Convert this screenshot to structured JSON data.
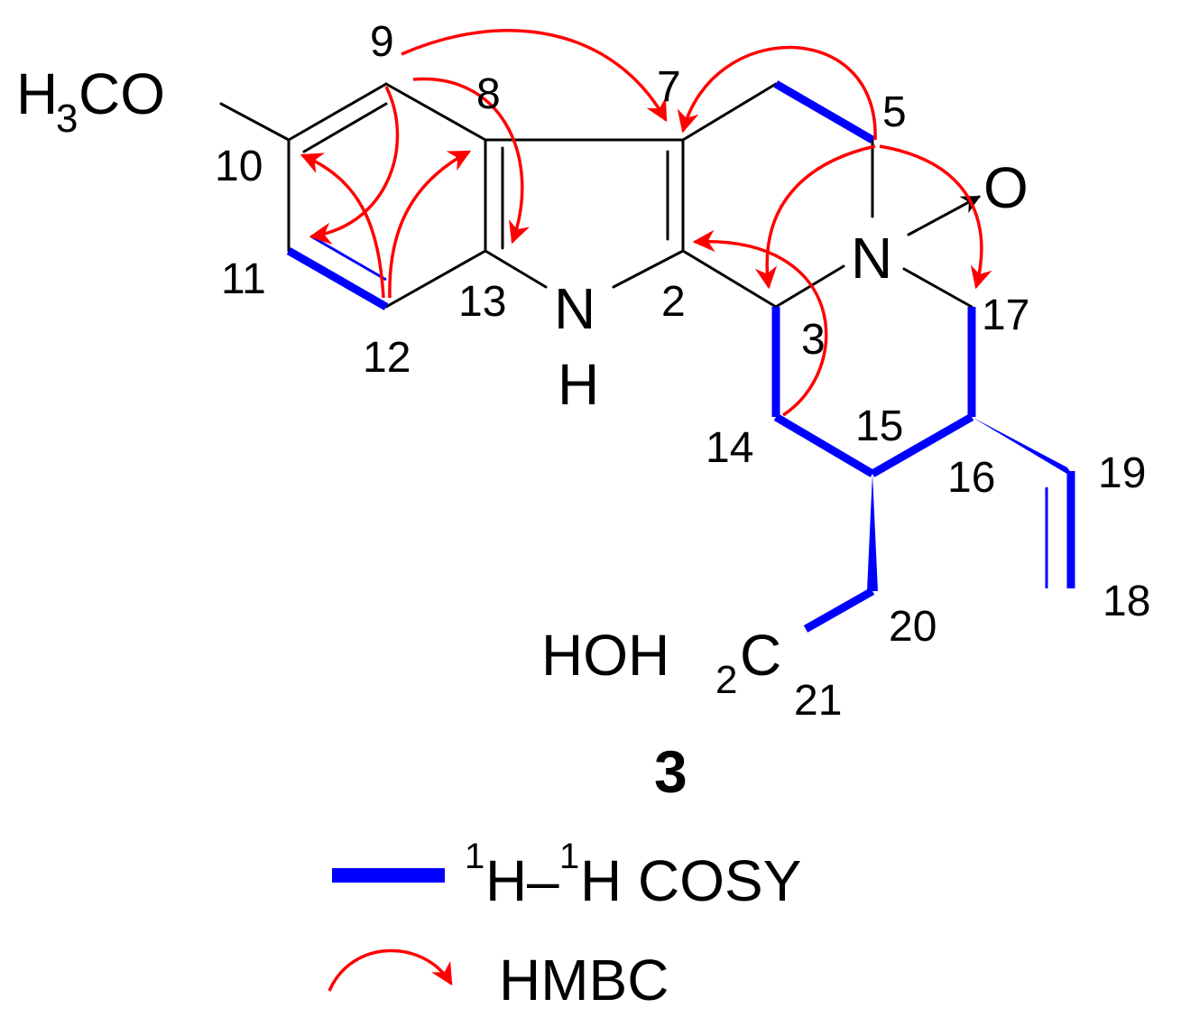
{
  "compound": {
    "label": "3",
    "methoxy": {
      "main": "H",
      "sub": "3",
      "tail": "CO"
    },
    "hydroxymethyl": {
      "main": "HOH",
      "sub": "2",
      "tail": "C",
      "index": "21"
    },
    "nitrogen_indole": "N",
    "hydrogen_indole": "H",
    "nitrogen_amine": "N",
    "oxygen": "O"
  },
  "atom_numbers": {
    "n2": "2",
    "n3": "3",
    "n5": "5",
    "n7": "7",
    "n8": "8",
    "n9": "9",
    "n10": "10",
    "n11": "11",
    "n12": "12",
    "n13": "13",
    "n14": "14",
    "n15": "15",
    "n16": "16",
    "n17": "17",
    "n18": "18",
    "n19": "19",
    "n20": "20"
  },
  "legend": {
    "cosy": {
      "sup1": "1",
      "h1": "H",
      "dash": "–",
      "sup2": "1",
      "h2": "H COSY"
    },
    "hmbc": "HMBC"
  },
  "colors": {
    "cosy": "#0000ff",
    "hmbc": "#ff0000",
    "bond": "#000000"
  }
}
